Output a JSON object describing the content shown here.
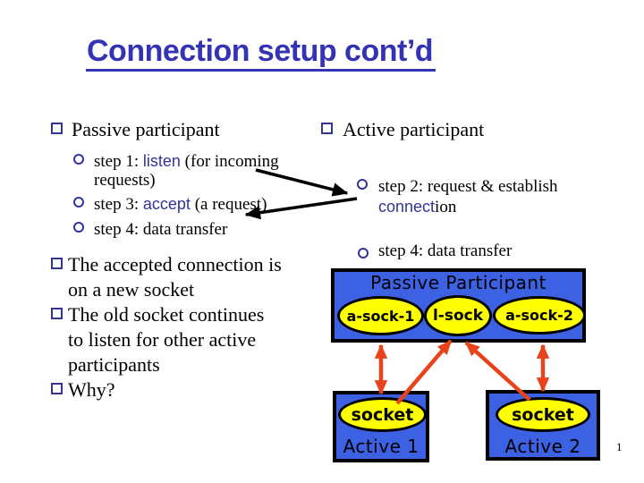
{
  "slide": {
    "title": "Connection setup cont’d",
    "page_number": "1"
  },
  "colors": {
    "title_blue": "#3333b3",
    "keyword_blue": "#333399",
    "bullet_navy": "#333399",
    "box_blue": "#3d61e3",
    "ellipse_yellow": "#ffff00",
    "arrow_red": "#e8431a",
    "text_black": "#000000"
  },
  "left": {
    "header": "Passive participant",
    "steps": {
      "s1_prefix": "step 1: ",
      "s1_keyword": "listen",
      "s1_suffix": " (for incoming",
      "s1_line2": "requests)",
      "s3_prefix": "step 3: ",
      "s3_keyword": "accept",
      "s3_suffix": " (a request)",
      "s4": "step 4: data transfer"
    },
    "bullets": {
      "b1_l1": "The accepted connection is",
      "b1_l2": "on a new socket",
      "b2_l1": "The old socket continues",
      "b2_l2": "to listen for other active",
      "b2_l3": "participants",
      "b3": "Why?"
    }
  },
  "right": {
    "header": "Active participant",
    "s2_line1": "step 2: request & establish",
    "s2_keyword": "connect",
    "s2_suffix": "ion",
    "s4": "step 4: data transfer"
  },
  "diagram": {
    "passive_title": "Passive Participant",
    "sock1": "a-sock-1",
    "sock2": "l-sock",
    "sock3": "a-sock-2",
    "socket1": "socket",
    "socket2": "socket",
    "active1": "Active 1",
    "active2": "Active 2"
  }
}
